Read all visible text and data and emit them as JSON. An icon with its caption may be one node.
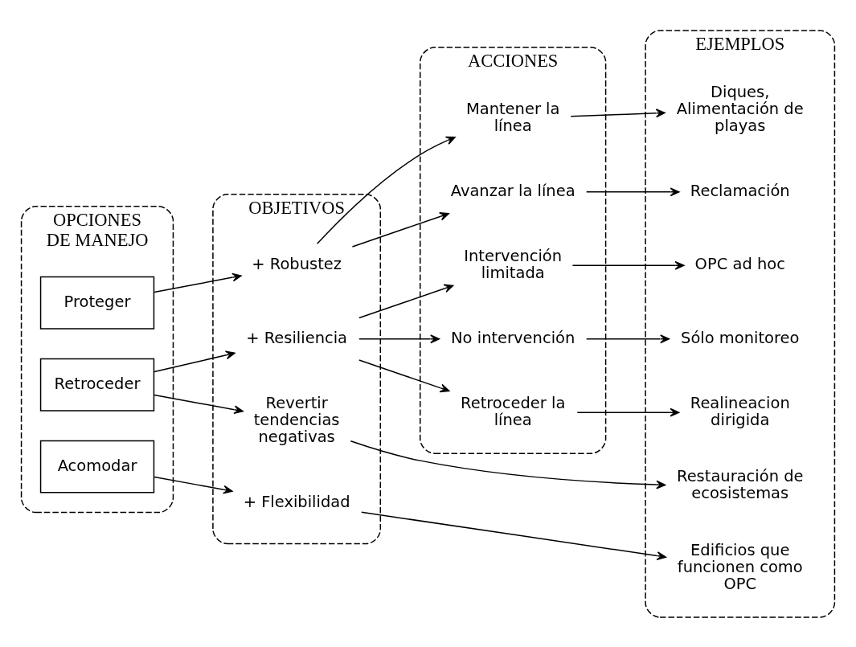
{
  "diagram": {
    "nodes": [
      {
        "text": [
          "OPCIONES DE MANEJO"
        ]
      },
      {
        "text": [
          "Proteger"
        ],
        "in": 0
      },
      {
        "text": [
          "Acomodar"
        ],
        "in": 0
      },
      {
        "text": [
          "Retroceder"
        ],
        "in": 0
      },
      {
        "text": [
          "OBJETIVOS"
        ]
      },
      {
        "text": [
          "+ Robustez"
        ],
        "in": 4
      },
      {
        "text": [
          "+ Flexibilidad"
        ],
        "in": 4
      },
      {
        "text": [
          "+ Resiliencia"
        ],
        "in": 4
      },
      {
        "text": [
          "Revertir tendencias negativas"
        ],
        "in": 4
      },
      {
        "text": [
          "ACCIONES"
        ]
      },
      {
        "text": [
          "Avanzar la línea"
        ],
        "in": 9
      },
      {
        "text": [
          "Mantener la línea"
        ],
        "in": 9
      },
      {
        "text": [
          "Retroceder la línea"
        ],
        "in": 9
      },
      {
        "text": [
          "Intervención limitada"
        ],
        "in": 9
      },
      {
        "text": [
          "No intervención"
        ],
        "in": 9
      },
      {
        "text": [
          "EJEMPLOS"
        ]
      },
      {
        "text": [
          "Reclamación"
        ],
        "in": 15
      },
      {
        "text": [
          "Diques, Alimentación de playas"
        ],
        "in": 15
      },
      {
        "text": [
          "Edificios que funcionen como OPC"
        ],
        "in": 15
      },
      {
        "text": [
          "Realineacion dirigida"
        ],
        "in": 15
      },
      {
        "text": [
          "OPC ad hoc"
        ],
        "in": 15
      },
      {
        "text": [
          "Sólo monitoreo"
        ],
        "in": 15
      },
      {
        "text": [
          "Restauración de ecosistemas"
        ],
        "in": 15
      }
    ],
    "edges": [
      {
        "from": 1,
        "to": 5,
        "arrow": "to"
      },
      {
        "from": 5,
        "to": 10,
        "arrow": "to"
      },
      {
        "from": 5,
        "to": 11,
        "arrow": "to"
      },
      {
        "from": 10,
        "to": 16,
        "arrow": "to"
      },
      {
        "from": 11,
        "to": 17,
        "arrow": "to"
      },
      {
        "from": 2,
        "to": 6,
        "arrow": "to"
      },
      {
        "from": 6,
        "to": 18,
        "arrow": "to"
      },
      {
        "from": 3,
        "to": 7,
        "arrow": "to"
      },
      {
        "from": 3,
        "to": 8,
        "arrow": "to"
      },
      {
        "from": 7,
        "to": 12,
        "arrow": "to"
      },
      {
        "from": 7,
        "to": 13,
        "arrow": "to"
      },
      {
        "from": 7,
        "to": 14,
        "arrow": "to"
      },
      {
        "from": 12,
        "to": 19,
        "arrow": "to"
      },
      {
        "from": 13,
        "to": 20,
        "arrow": "to"
      },
      {
        "from": 14,
        "to": 21,
        "arrow": "to"
      },
      {
        "from": 8,
        "to": 22,
        "arrow": "to"
      }
    ]
  }
}
